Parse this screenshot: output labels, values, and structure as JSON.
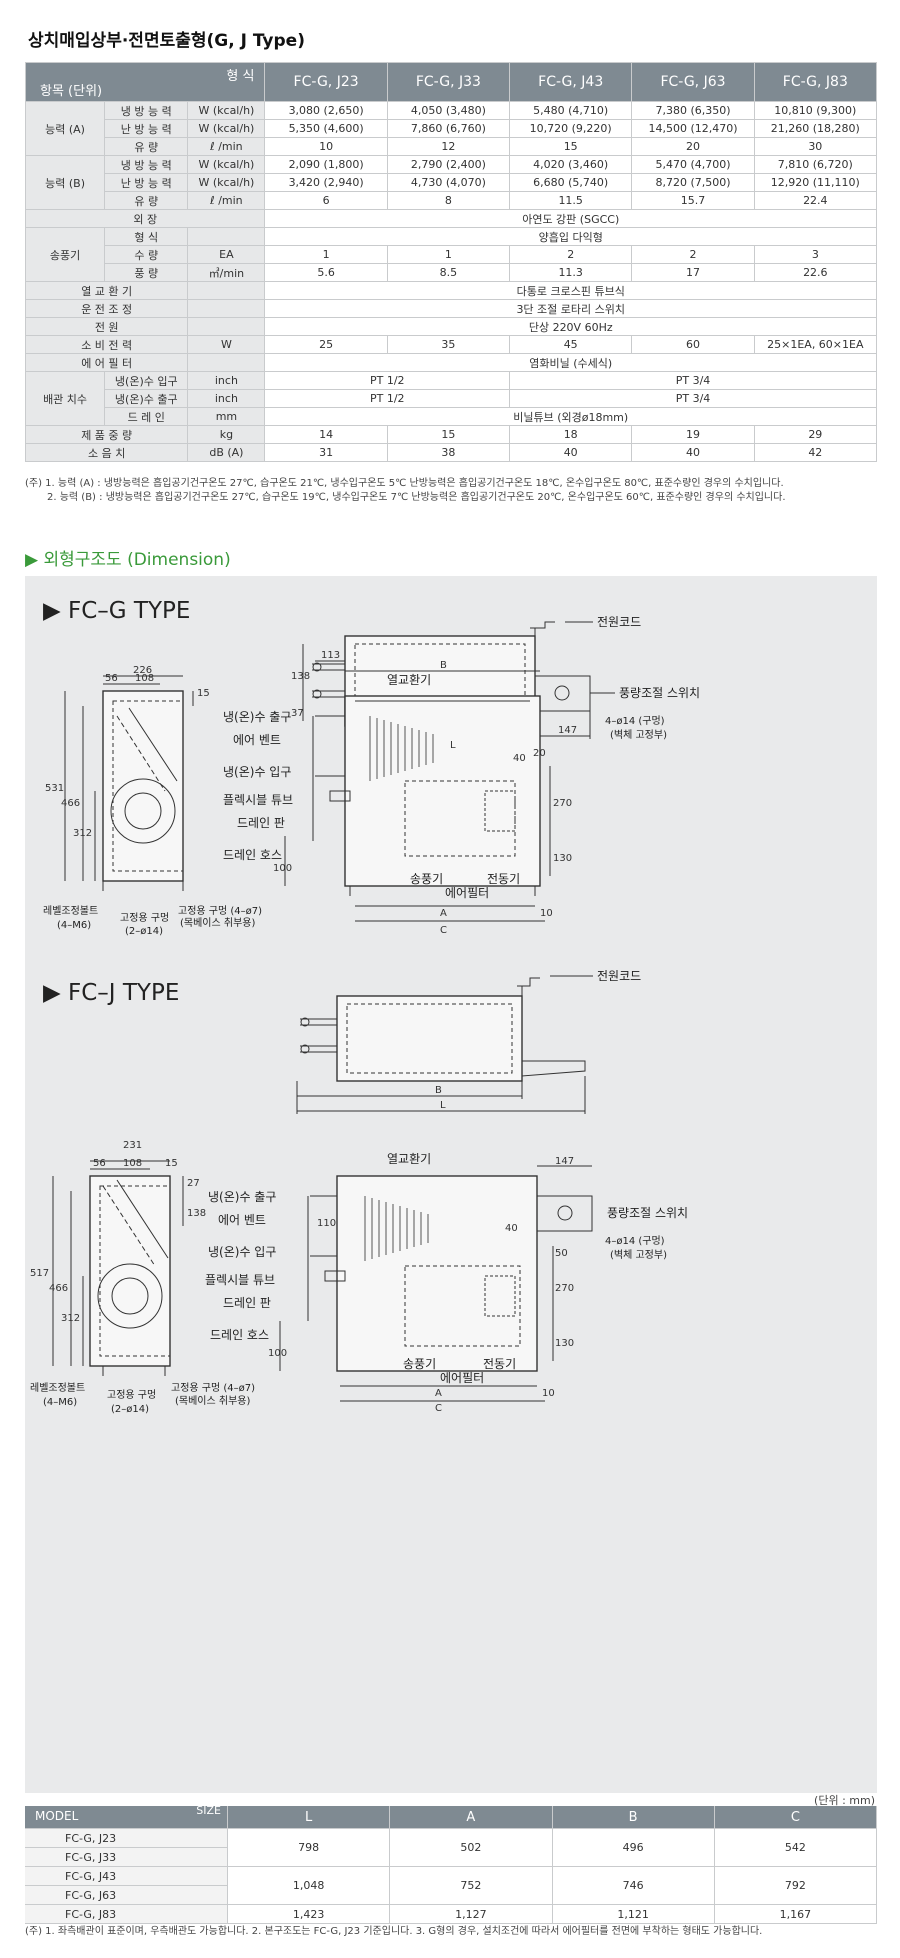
{
  "title": "상치매입상부·전면토출형(G, J Type)",
  "spec": {
    "col_label_top": "형 식",
    "col_label_bottom": "항목 (단위)",
    "models": [
      "FC-G, J23",
      "FC-G, J33",
      "FC-G, J43",
      "FC-G, J63",
      "FC-G, J83"
    ],
    "capA": "능력 (A)",
    "capB": "능력 (B)",
    "cool": "냉 방 능 력",
    "heat": "난 방 능 력",
    "flow": "유 량",
    "u_kcal": "W (kcal/h)",
    "u_lmin": "ℓ /min",
    "a_cool": [
      "3,080 (2,650)",
      "4,050 (3,480)",
      "5,480 (4,710)",
      "7,380 (6,350)",
      "10,810 (9,300)"
    ],
    "a_heat": [
      "5,350 (4,600)",
      "7,860 (6,760)",
      "10,720 (9,220)",
      "14,500 (12,470)",
      "21,260 (18,280)"
    ],
    "a_flow": [
      "10",
      "12",
      "15",
      "20",
      "30"
    ],
    "b_cool": [
      "2,090 (1,800)",
      "2,790 (2,400)",
      "4,020 (3,460)",
      "5,470 (4,700)",
      "7,810 (6,720)"
    ],
    "b_heat": [
      "3,420 (2,940)",
      "4,730 (4,070)",
      "6,680 (5,740)",
      "8,720 (7,500)",
      "12,920 (11,110)"
    ],
    "b_flow": [
      "6",
      "8",
      "11.5",
      "15.7",
      "22.4"
    ],
    "ext_label": "외 장",
    "ext_val": "아연도 강판 (SGCC)",
    "fan_label": "송풍기",
    "fan_type": "형 식",
    "fan_type_val": "양흡입 다익형",
    "fan_count": "수 량",
    "fan_count_u": "EA",
    "fan_count_vals": [
      "1",
      "1",
      "2",
      "2",
      "3"
    ],
    "fan_flow": "풍 량",
    "fan_flow_u": "㎥/min",
    "fan_flow_vals": [
      "5.6",
      "8.5",
      "11.3",
      "17",
      "22.6"
    ],
    "hx_label": "열 교 환 기",
    "hx_val": "다통로 크로스핀 튜브식",
    "ctrl_label": "운 전 조 정",
    "ctrl_val": "3단 조절 로타리 스위치",
    "pw_label": "전 원",
    "pw_val": "단상 220V 60Hz",
    "pc_label": "소 비 전 력",
    "pc_u": "W",
    "pc_vals": [
      "25",
      "35",
      "45",
      "60",
      "25×1EA, 60×1EA"
    ],
    "af_label": "에 어 필 터",
    "af_val": "염화비닐 (수세식)",
    "pipe_label": "배관 치수",
    "pin_label": "냉(온)수 입구",
    "pout_label": "냉(온)수 출구",
    "pipe_u": "inch",
    "pipe_small": "PT 1/2",
    "pipe_big": "PT 3/4",
    "drain_label": "드 레 인",
    "drain_u": "mm",
    "drain_val": "비닐튜브 (외경ø18mm)",
    "wt_label": "제 품 중 량",
    "wt_u": "kg",
    "wt_vals": [
      "14",
      "15",
      "18",
      "19",
      "29"
    ],
    "noise_label": "소 음 치",
    "noise_u": "dB (A)",
    "noise_vals": [
      "31",
      "38",
      "40",
      "40",
      "42"
    ]
  },
  "notes": [
    "(주) 1. 능력 (A) : 냉방능력은 흡입공기건구온도 27℃, 습구온도 21℃, 냉수입구온도 5℃ 난방능력은 흡입공기건구온도 18℃, 온수입구온도 80℃, 표준수량인 경우의 수치입니다.",
    "2. 능력 (B) : 냉방능력은 흡입공기건구온도 27℃, 습구온도 19℃, 냉수입구온도 7℃ 난방능력은 흡입공기건구온도 20℃, 온수입구온도 60℃, 표준수량인 경우의 수치입니다."
  ],
  "section_title": "▶ 외형구조도 (Dimension)",
  "drawing_g": {
    "type_title": "▶ FC–G TYPE",
    "power_cord": "전원코드",
    "fan_switch": "풍량조절 스위치",
    "hx": "열교환기",
    "out": "냉(온)수 출구",
    "vent": "에어 벤트",
    "in": "냉(온)수 입구",
    "flex": "플렉시블 튜브",
    "pan": "드레인 판",
    "hose": "드레인 호스",
    "fan": "송풍기",
    "filter": "에어필터",
    "motor": "전동기",
    "hole": "4–ø14 (구멍)",
    "hole_sub": "(벽체 고정부)",
    "bolt": "레벨조정볼트",
    "bolt_sub": "(4–M6)",
    "fix": "고정용 구멍",
    "fix_sub": "(2–ø14)",
    "fix2": "고정용 구멍 (4–ø7)",
    "fix2_sub": "(목베이스 취부용)",
    "d": [
      "138",
      "37",
      "147",
      "L",
      "113",
      "B",
      "226",
      "56",
      "108",
      "15",
      "531",
      "466",
      "312",
      "40",
      "20",
      "270",
      "130",
      "100",
      "A",
      "C",
      "10"
    ]
  },
  "drawing_j": {
    "type_title": "▶ FC–J TYPE",
    "power_cord": "전원코드",
    "fan_switch": "풍량조절 스위치",
    "hx": "열교환기",
    "out": "냉(온)수 출구",
    "vent": "에어 벤트",
    "in": "냉(온)수 입구",
    "flex": "플렉시블 튜브",
    "pan": "드레인 판",
    "hose": "드레인 호스",
    "fan": "송풍기",
    "filter": "에어필터",
    "motor": "전동기",
    "hole": "4–ø14 (구멍)",
    "hole_sub": "(벽체 고정부)",
    "bolt": "레벨조정볼트",
    "bolt_sub": "(4–M6)",
    "fix": "고정용 구멍",
    "fix_sub": "(2–ø14)",
    "fix2": "고정용 구멍 (4–ø7)",
    "fix2_sub": "(목베이스 취부용)",
    "d": [
      "B",
      "L",
      "231",
      "56",
      "108",
      "15",
      "27",
      "138",
      "517",
      "466",
      "312",
      "147",
      "110",
      "40",
      "50",
      "270",
      "130",
      "100",
      "A",
      "C",
      "10"
    ]
  },
  "unit_note": "(단위 : mm)",
  "dim_table": {
    "model_h": "MODEL",
    "size_h": "SIZE",
    "cols": [
      "L",
      "A",
      "B",
      "C"
    ],
    "rows": [
      {
        "models": [
          "FC-G, J23",
          "FC-G, J33"
        ],
        "vals": [
          "798",
          "502",
          "496",
          "542"
        ]
      },
      {
        "models": [
          "FC-G, J43",
          "FC-G, J63"
        ],
        "vals": [
          "1,048",
          "752",
          "746",
          "792"
        ]
      },
      {
        "models": [
          "FC-G, J83"
        ],
        "vals": [
          "1,423",
          "1,127",
          "1,121",
          "1,167"
        ]
      }
    ]
  },
  "dim_note": "(주)   1. 좌측배관이 표준이며, 우측배관도 가능합니다. 2. 본구조도는 FC-G, J23 기준입니다. 3. G형의 경우, 설치조건에 따라서 에어필터를 전면에 부착하는 형태도 가능합니다."
}
